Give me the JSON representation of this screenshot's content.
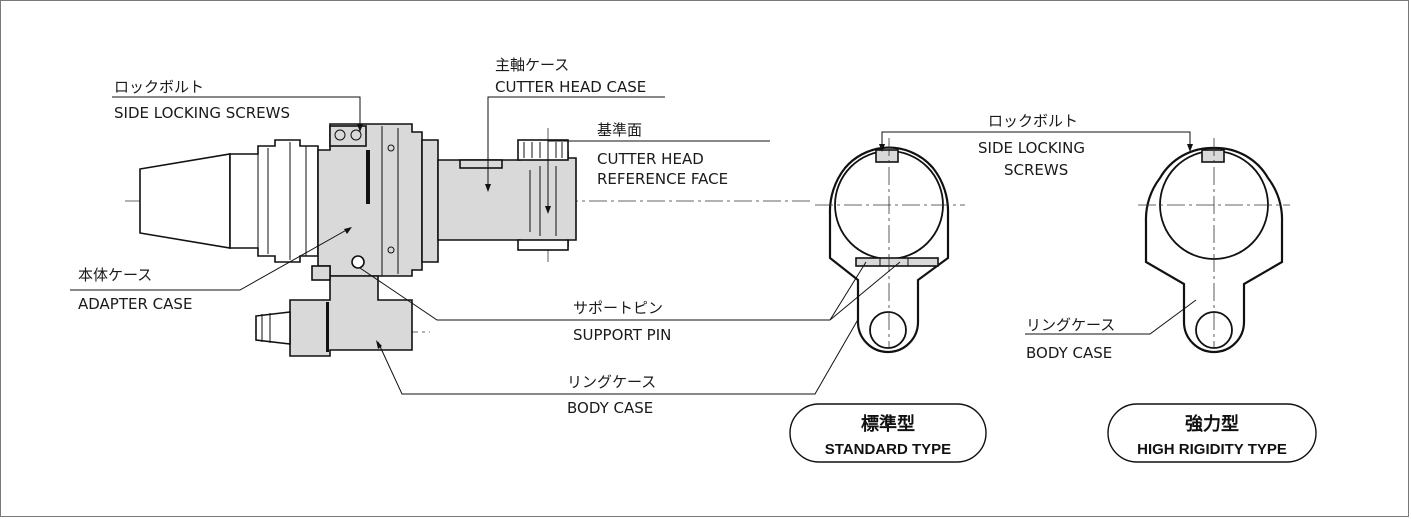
{
  "labels": {
    "side_locking_jp": "ロックボルト",
    "side_locking_en": "SIDE  LOCKING  SCREWS",
    "cutter_case_jp": "主軸ケース",
    "cutter_case_en": "CUTTER HEAD CASE",
    "ref_face_jp": "基準面",
    "ref_face_en_1": "CUTTER HEAD",
    "ref_face_en_2": "REFERENCE FACE",
    "adapter_jp": "本体ケース",
    "adapter_en": "ADAPTER  CASE",
    "support_pin_jp": "サポートピン",
    "support_pin_en": "SUPPORT  PIN",
    "body_case_jp": "リングケース",
    "body_case_en": "BODY  CASE",
    "right_locking_jp": "ロックボルト",
    "right_locking_en_1": "SIDE  LOCKING",
    "right_locking_en_2": "SCREWS",
    "right_body_jp": "リングケース",
    "right_body_en": "BODY  CASE"
  },
  "badges": {
    "standard_jp": "標準型",
    "standard_en": "STANDARD TYPE",
    "high_jp": "強力型",
    "high_en": "HIGH RIGIDITY TYPE"
  }
}
